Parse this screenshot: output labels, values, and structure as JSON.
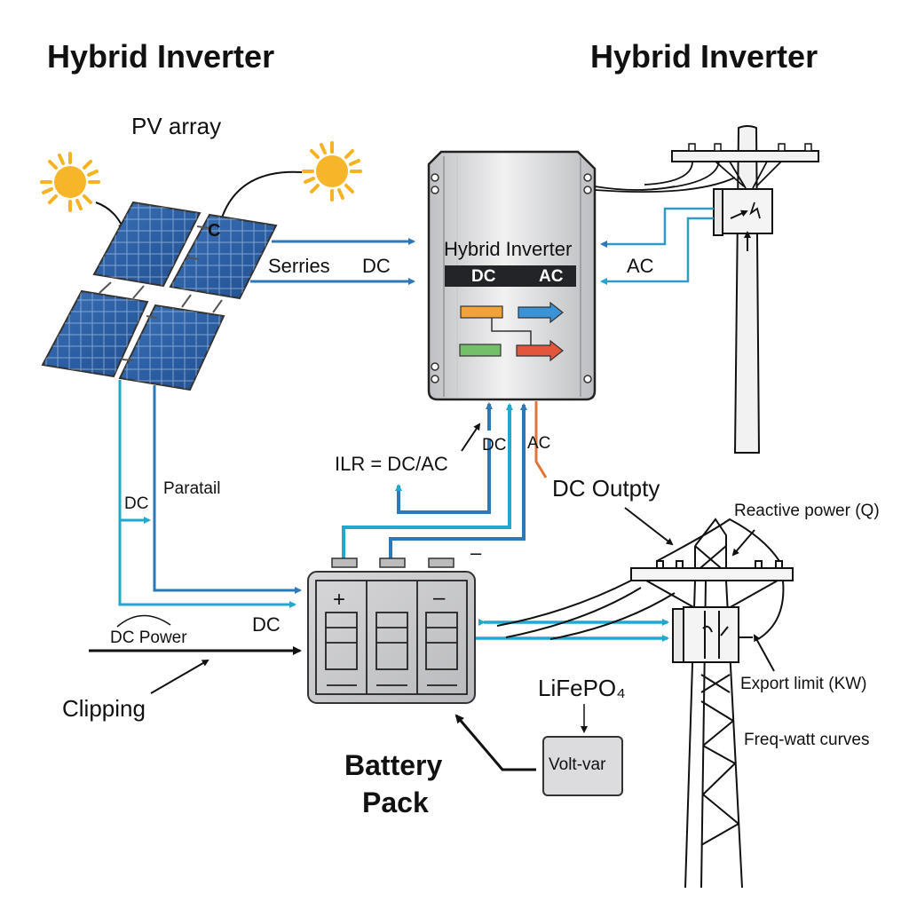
{
  "titles": {
    "left": "Hybrid Inverter",
    "right": "Hybrid Inverter"
  },
  "pv": {
    "label": "PV array",
    "series_label": "Serries",
    "series_dc_label": "DC",
    "parallel_label": "Paratail",
    "parallel_dc_label": "DC"
  },
  "inverter": {
    "title": "Hybrid Inverter",
    "band_left": "DC",
    "band_right": "AC"
  },
  "grid_top": {
    "ac_label": "AC"
  },
  "inverter_bottom": {
    "dc_label": "DC",
    "ac_label": "AC",
    "ilr_label": "ILR = DC/AC",
    "dc_output_label": "DC Outpty",
    "minus_sign": "–"
  },
  "left_bottom": {
    "dc_label": "DC",
    "dc_power_label": "DC Power",
    "clipping_label": "Clipping"
  },
  "battery": {
    "label_line1": "Battery",
    "label_line2": "Pack",
    "plus": "+",
    "minus": "–",
    "chemistry_label": "LiFePO₄",
    "control_box_label": "Volt-var"
  },
  "grid_bottom": {
    "reactive_label": "Reactive power (Q)",
    "export_label": "Export limit (KW)",
    "freq_label": "Freq-watt curves"
  },
  "colors": {
    "pv_blue": "#2a5fa0",
    "wire_blue": "#2f78b7",
    "wire_cyan": "#22a7cf",
    "wire_orange": "#e0753a",
    "sun": "#f5b324",
    "inverter_body": "#d8d8da",
    "band": "#222428",
    "orange_block": "#f2a23a",
    "green_block": "#74bf6a",
    "blue_arrow": "#3a93d6",
    "red_arrow": "#e4563c"
  }
}
